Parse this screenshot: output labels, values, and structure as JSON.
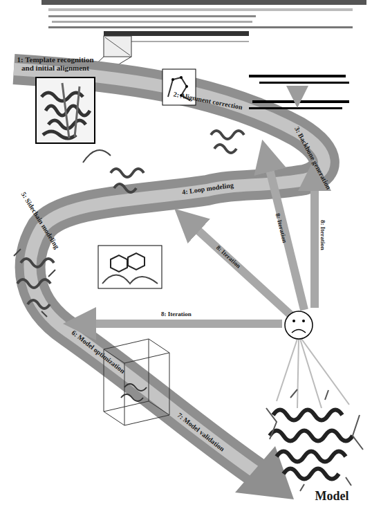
{
  "diagram": {
    "labels": [
      "1: Template recognition and initial alignment",
      "2: Alignment correction",
      "3: Backbone generation",
      "4: Loop modeling",
      "5: Sidechain modeling",
      "6: Model optimization",
      "7: Model validation",
      "8: Iteration",
      "8: Iteration",
      "8: Iteration",
      "8: Iteration",
      "Model"
    ]
  }
}
